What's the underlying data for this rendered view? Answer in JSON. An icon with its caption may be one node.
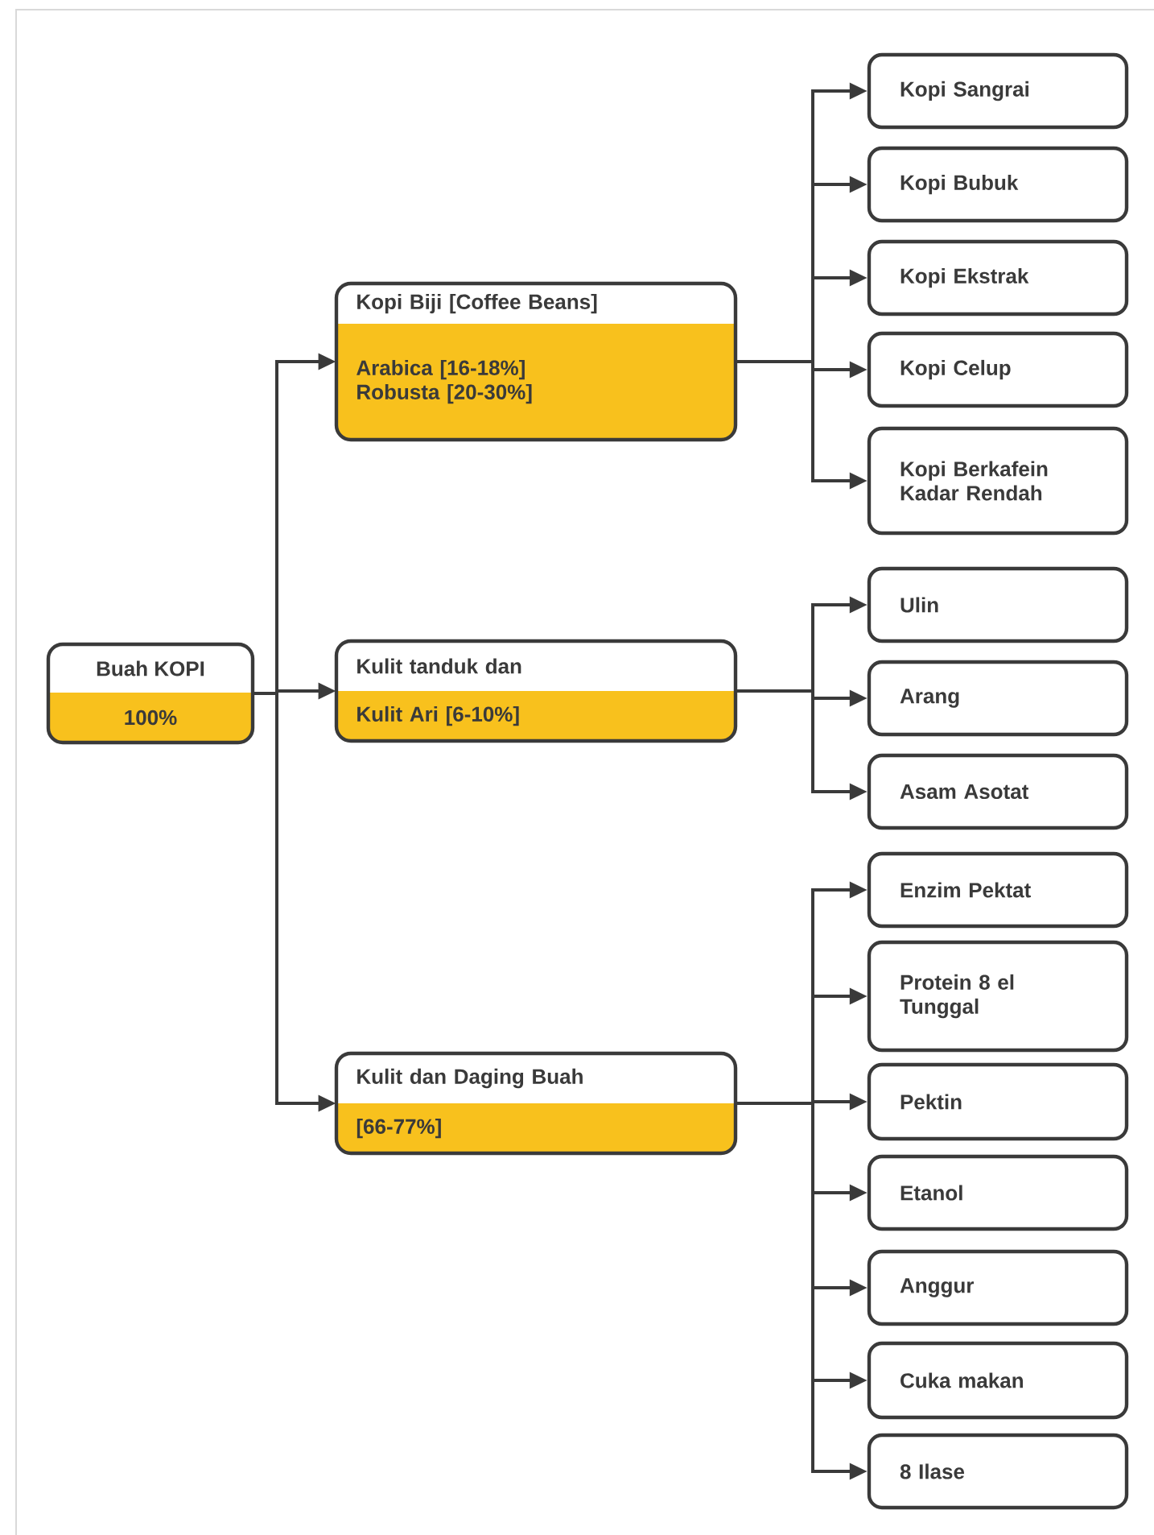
{
  "diagram": {
    "nodes": [
      {
        "text": [
          "Buah KOPI",
          "100%"
        ]
      },
      {
        "text": [
          "Kopi Biji [Coffee Beans]",
          "Arabica [16-18%] Robusta [20-30%]"
        ]
      },
      {
        "text": [
          "Kulit tanduk dan",
          "Kulit Ari [6-10%]"
        ]
      },
      {
        "text": [
          "Kulit dan Daging Buah",
          "[66-77%]"
        ]
      },
      {
        "text": [
          "Kopi Sangrai"
        ]
      },
      {
        "text": [
          "Kopi Bubuk"
        ]
      },
      {
        "text": [
          "Kopi Ekstrak"
        ]
      },
      {
        "text": [
          "Kopi Celup"
        ]
      },
      {
        "text": [
          "Kopi Berkafein Kadar Rendah"
        ]
      },
      {
        "text": [
          "Ulin"
        ]
      },
      {
        "text": [
          "Arang"
        ]
      },
      {
        "text": [
          "Asam Asotat"
        ]
      },
      {
        "text": [
          "Enzim Pektat"
        ]
      },
      {
        "text": [
          "Protein 8 el Tunggal"
        ]
      },
      {
        "text": [
          "Pektin"
        ]
      },
      {
        "text": [
          "Etanol"
        ]
      },
      {
        "text": [
          "Anggur"
        ]
      },
      {
        "text": [
          "Cuka makan"
        ]
      },
      {
        "text": [
          "8 Ilase"
        ]
      }
    ],
    "edges": [
      {
        "from": 0,
        "to": 1,
        "arrow": "to"
      },
      {
        "from": 0,
        "to": 2,
        "arrow": "to"
      },
      {
        "from": 0,
        "to": 3,
        "arrow": "to"
      },
      {
        "from": 1,
        "to": 4,
        "arrow": "to"
      },
      {
        "from": 1,
        "to": 5,
        "arrow": "to"
      },
      {
        "from": 1,
        "to": 6,
        "arrow": "to"
      },
      {
        "from": 1,
        "to": 7,
        "arrow": "to"
      },
      {
        "from": 1,
        "to": 8,
        "arrow": "to"
      },
      {
        "from": 2,
        "to": 9,
        "arrow": "to"
      },
      {
        "from": 2,
        "to": 10,
        "arrow": "to"
      },
      {
        "from": 2,
        "to": 11,
        "arrow": "to"
      },
      {
        "from": 3,
        "to": 12,
        "arrow": "to"
      },
      {
        "from": 3,
        "to": 13,
        "arrow": "to"
      },
      {
        "from": 3,
        "to": 14,
        "arrow": "to"
      },
      {
        "from": 3,
        "to": 15,
        "arrow": "to"
      },
      {
        "from": 3,
        "to": 16,
        "arrow": "to"
      },
      {
        "from": 3,
        "to": 17,
        "arrow": "to"
      },
      {
        "from": 3,
        "to": 18,
        "arrow": "to"
      }
    ]
  }
}
